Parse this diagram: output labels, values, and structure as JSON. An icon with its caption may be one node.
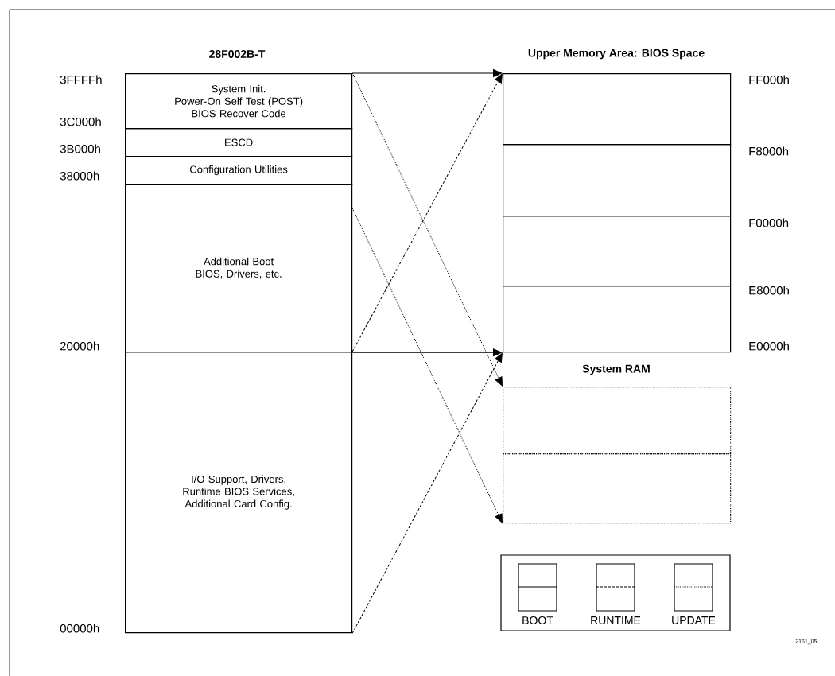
{
  "diagram": {
    "nodes": [
      {
        "text": [
          "System Init.",
          "Power-On Self Test (POST)",
          "BIOS Recover Code"
        ]
      },
      {
        "text": [
          "ESCD"
        ]
      },
      {
        "text": [
          "Configuration Utilities"
        ]
      },
      {
        "text": [
          "Additional Boot BIOS, Drivers, etc."
        ]
      },
      {
        "text": [
          "I/O Support, Drivers, Runtime BIOS Services, Additional Card Config."
        ]
      },
      {
        "text": [],
        "shape": "box"
      },
      {
        "text": [],
        "shape": "box"
      },
      {
        "text": [],
        "shape": "box"
      },
      {
        "text": [],
        "shape": "box"
      },
      {
        "text": [],
        "shape": "box"
      },
      {
        "text": [],
        "shape": "box"
      }
    ],
    "edges": [
      {
        "from": 0,
        "to": 5,
        "arrow": "to"
      },
      {
        "from": 3,
        "to": 8,
        "arrow": "to"
      },
      {
        "from": 4,
        "to": 5,
        "arrow": "to",
        "style": "dashed"
      },
      {
        "from": 4,
        "to": 8,
        "arrow": "to",
        "style": "dashed"
      },
      {
        "from": 0,
        "to": 9,
        "arrow": "to",
        "style": "dashed"
      },
      {
        "from": 3,
        "to": 10,
        "arrow": "to",
        "style": "dashed"
      }
    ],
    "labels": [
      "28F002B-T",
      "Upper Memory Area: BIOS Space",
      "3FFFFh",
      "3C000h",
      "3B000h",
      "38000h",
      "20000h",
      "00000h",
      "FF000h",
      "F8000h",
      "F0000h",
      "E8000h",
      "E0000h",
      "System RAM",
      "2161_05"
    ],
    "legend": [
      {
        "text": "BOOT"
      },
      {
        "text": "RUNTIME"
      },
      {
        "text": "UPDATE"
      }
    ]
  }
}
